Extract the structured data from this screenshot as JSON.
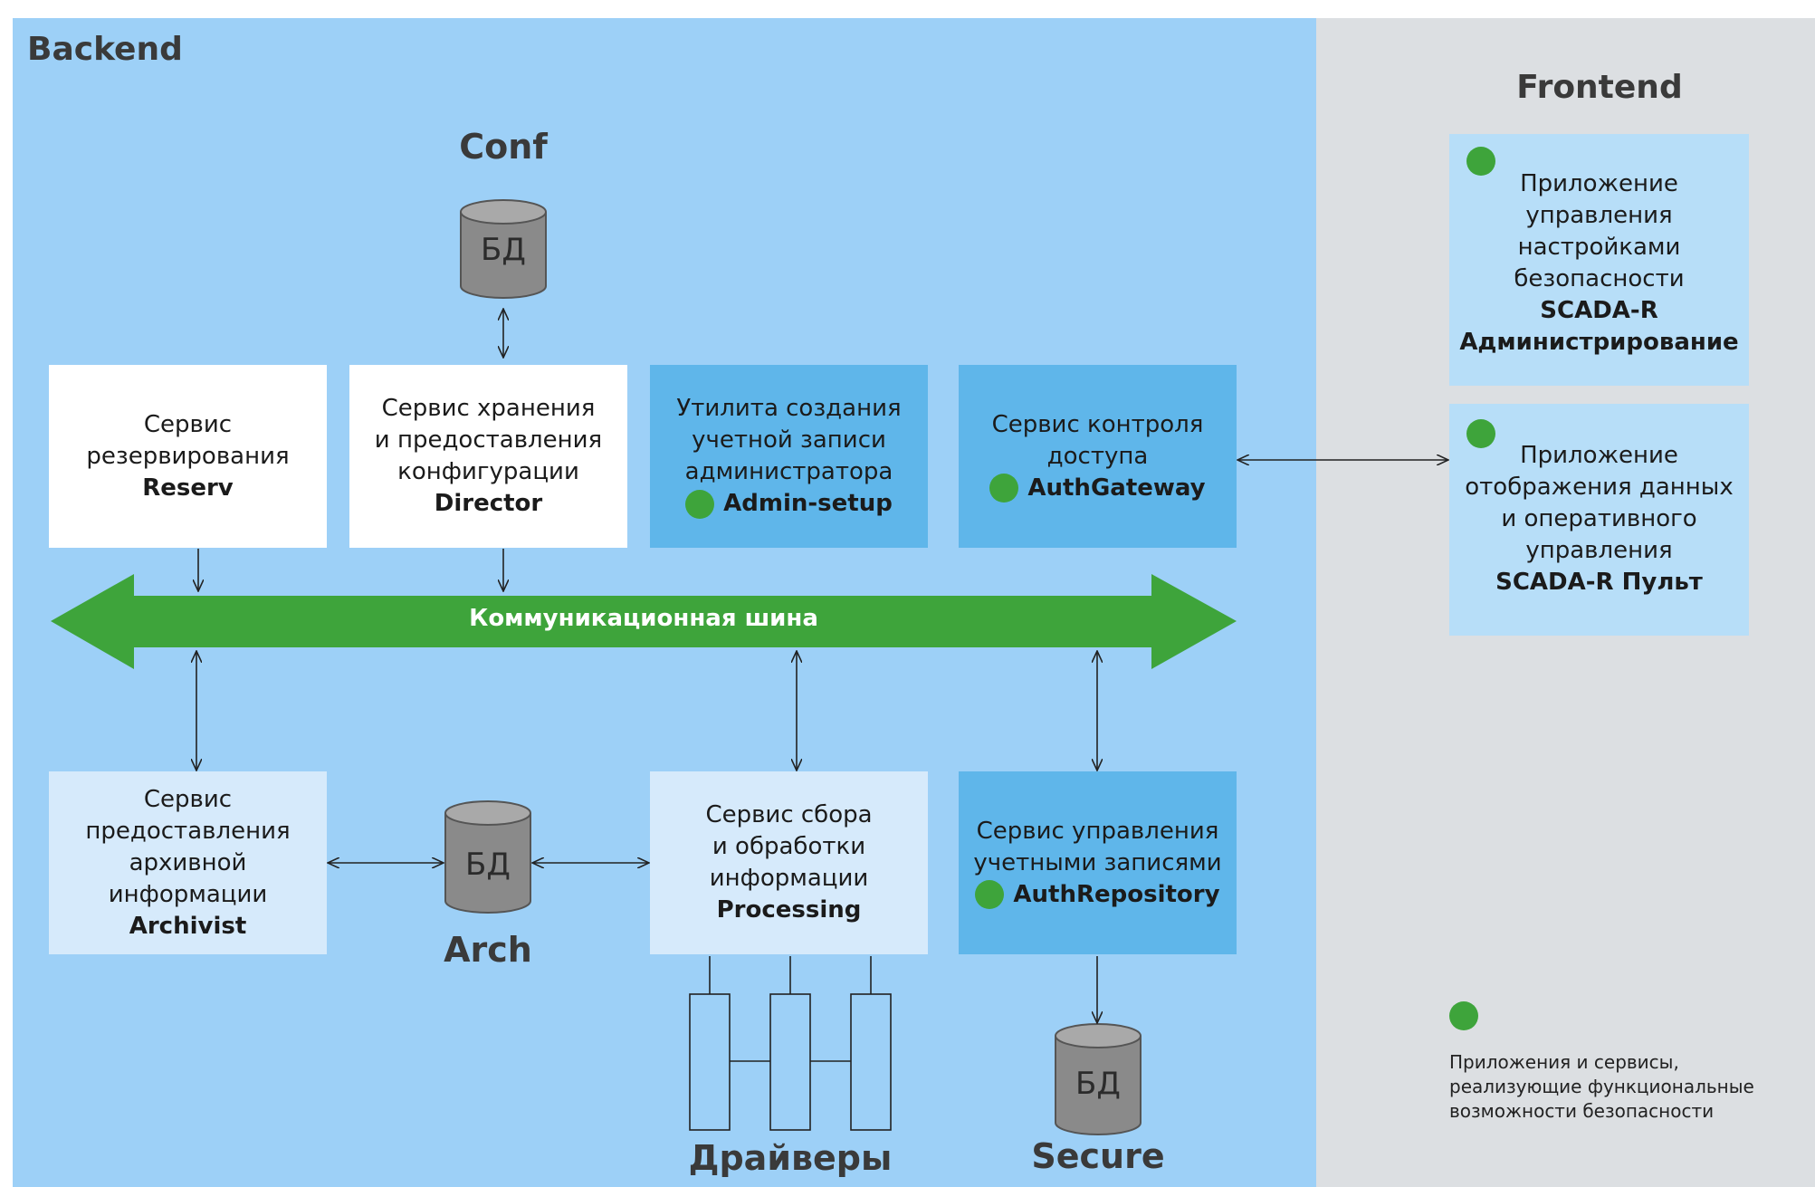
{
  "backend_title": "Backend",
  "frontend_title": "Frontend",
  "databases": {
    "conf": {
      "label": "Conf",
      "db": "БД"
    },
    "arch": {
      "label": "Arch",
      "db": "БД"
    },
    "secure": {
      "label": "Secure",
      "db": "БД"
    }
  },
  "services": {
    "reserv": {
      "lines": [
        "Сервис",
        "резервирования"
      ],
      "name": "Reserv"
    },
    "director": {
      "lines": [
        "Сервис хранения",
        "и предоставления",
        "конфигурации"
      ],
      "name": "Director"
    },
    "admin_setup": {
      "lines": [
        "Утилита создания",
        "учетной записи",
        "администратора"
      ],
      "name": "Admin-setup"
    },
    "auth_gateway": {
      "lines": [
        "Сервис контроля",
        "доступа"
      ],
      "name": "AuthGateway"
    },
    "archivist": {
      "lines": [
        "Сервис",
        "предоставления",
        "архивной",
        "информации"
      ],
      "name": "Archivist"
    },
    "processing": {
      "lines": [
        "Сервис сбора",
        "и обработки",
        "информации"
      ],
      "name": "Processing"
    },
    "auth_repository": {
      "lines": [
        "Сервис управления",
        "учетными записями"
      ],
      "name": "AuthRepository"
    }
  },
  "bus_label": "Коммуникационная шина",
  "drivers_label": "Драйверы",
  "frontend_apps": {
    "admin": {
      "lines": [
        "Приложение",
        "управления",
        "настройками",
        "безопасности"
      ],
      "name_lines": [
        "SCADA-R",
        "Администрирование"
      ]
    },
    "console": {
      "lines": [
        "Приложение",
        "отображения данных",
        "и оперативного",
        "управления"
      ],
      "name_lines": [
        "SCADA-R Пульт"
      ]
    }
  },
  "legend": {
    "lines": [
      "Приложения и сервисы,",
      "реализующие функциональные",
      "возможности безопасности"
    ]
  },
  "colors": {
    "backend_bg": "#9dd0f7",
    "frontend_bg": "#dcdfe2",
    "bus": "#3ea43b",
    "security_marker": "#3ea43b"
  }
}
